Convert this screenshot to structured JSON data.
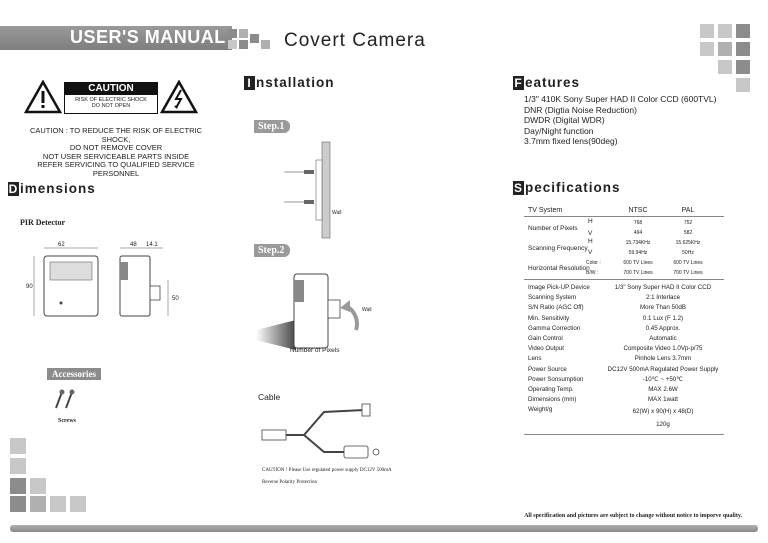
{
  "header": {
    "title": "USER'S MANUAL",
    "subtitle": "Covert Camera"
  },
  "caution": {
    "label": "CAUTION",
    "line1": "RISK OF ELECTRIC SHOCK",
    "line2": "DO NOT OPEN",
    "notice": [
      "CAUTION : TO REDUCE THE RISK OF ELECTRIC SHOCK,",
      "DO NOT REMOVE COVER",
      "NOT USER SERVICEABLE PARTS INSIDE",
      "REFER SERVICING TO QUALIFIED SERVICE PERSONNEL"
    ]
  },
  "dimensions": {
    "heading_first": "D",
    "heading_rest": "imensions",
    "product": "PIR Detector",
    "dims": [
      "62",
      "48",
      "14.1",
      "90",
      "50"
    ]
  },
  "accessories": {
    "label": "Accessories",
    "item": "Screws"
  },
  "installation": {
    "heading_first": "I",
    "heading_rest": "nstallation",
    "step1": "Step.1",
    "step2": "Step.2",
    "wall1": "Wall",
    "wall2": "Wall",
    "pixels": "Number of Pixels",
    "cable": "Cable",
    "caution1": "CAUTION ! Please Use regulated power supply DC12V 500mA",
    "caution2": "Reverse Polarity Protection"
  },
  "features": {
    "heading_first": "F",
    "heading_rest": "eatures",
    "items": [
      "1/3\" 410K Sony Super HAD II Color CCD (600TVL)",
      "DNR (Digtia Noise Reduction)",
      "DWDR (Digital WDR)",
      "Day/Night function",
      "3.7mm fixed lens(90deg)"
    ]
  },
  "specs": {
    "heading_first": "S",
    "heading_rest": "pecifications",
    "system": "TV System",
    "ntsc": "NTSC",
    "pal": "PAL",
    "pixels_label": "Number of Pixels",
    "h": "H",
    "v": "V",
    "pix_h_ntsc": "768",
    "pix_h_pal": "752",
    "pix_v_ntsc": "494",
    "pix_v_pal": "582",
    "scan_label": "Scanning Frequency",
    "scan_h_ntsc": "15.734KHz",
    "scan_h_pal": "15.625KHz",
    "scan_v_ntsc": "59.94Hz",
    "scan_v_pal": "50Hz",
    "res_label": "Horizontal Resolution",
    "color": "Color :",
    "bw": "B/W :",
    "res_c_ntsc": "600 TV Lines",
    "res_c_pal": "600 TV Lines",
    "res_b_ntsc": "700 TV Lines",
    "res_b_pal": "700 TV Lines",
    "rows": [
      {
        "label": "Image Pick-UP Device",
        "value": "1/3\" Sony Super HAD II  Color CCD"
      },
      {
        "label": "Scanning System",
        "value": "2:1 Interlace"
      },
      {
        "label": "S/N Ratio (AGC Off)",
        "value": "More Than 50dB"
      },
      {
        "label": "Min. Sensitivity",
        "value": "0.1 Lux (F 1.2)"
      },
      {
        "label": "Gamma Correction",
        "value": "0.45 Approx."
      },
      {
        "label": "Gain Control",
        "value": "Automatic"
      },
      {
        "label": "Video Output",
        "value": "Composite Video 1.0Vp-p/75"
      },
      {
        "label": "Lens",
        "value": "Pinhole Lens 3.7mm"
      },
      {
        "label": "Power Source",
        "value": "DC12V 500mA Regulated Power Supply"
      },
      {
        "label": "Power Sonsumption",
        "value": "-10℃ ~ +50℃"
      },
      {
        "label": "Operating Temp.",
        "value": "MAX 2.6W"
      },
      {
        "label": "Dimensions (mm)",
        "value": "MAX 1watt"
      },
      {
        "label": "Weight/g",
        "value": "62(W) x 90(H) x 48(D)"
      },
      {
        "label": "",
        "value": "120g"
      }
    ]
  },
  "footer": "All specification and pictures are subject to change without notice to imporve quality."
}
